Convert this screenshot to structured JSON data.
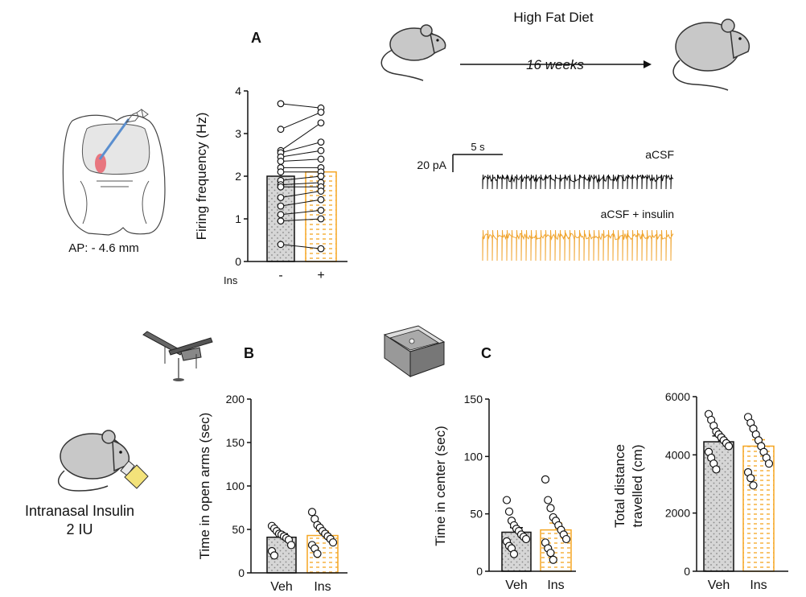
{
  "colors": {
    "veh_fill": "#d6d6d6",
    "ins_color": "#f5a623",
    "trace_black": "#111111",
    "trace_orange": "#f0a530",
    "mouse_gray": "#c8c8c8"
  },
  "panels": {
    "a_letter": "A",
    "b_letter": "B",
    "c_letter": "C"
  },
  "schematic": {
    "ap_label": "AP: - 4.6 mm",
    "diet_title": "High Fat Diet",
    "diet_duration": "16 weeks",
    "intranasal_line1": "Intranasal Insulin",
    "intranasal_line2": "2 IU"
  },
  "traces": {
    "scale_time": "5 s",
    "scale_current": "20 pA",
    "trace1_label": "aCSF",
    "trace2_label": "aCSF + insulin"
  },
  "chart_data": [
    {
      "id": "firing",
      "type": "bar",
      "ylabel": "Firing frequency (Hz)",
      "ylim": [
        0,
        4
      ],
      "yticks": [
        0,
        1,
        2,
        3,
        4
      ],
      "xlabel_prefix": "Ins",
      "categories": [
        "-",
        "+"
      ],
      "values": [
        2.0,
        2.1
      ],
      "paired": [
        [
          3.7,
          3.6
        ],
        [
          3.1,
          3.5
        ],
        [
          2.6,
          3.25
        ],
        [
          2.55,
          2.8
        ],
        [
          2.45,
          2.6
        ],
        [
          2.35,
          2.4
        ],
        [
          2.2,
          2.2
        ],
        [
          2.1,
          2.1
        ],
        [
          1.9,
          2.0
        ],
        [
          1.8,
          1.85
        ],
        [
          1.75,
          1.75
        ],
        [
          1.5,
          1.65
        ],
        [
          1.3,
          1.45
        ],
        [
          1.1,
          1.2
        ],
        [
          0.95,
          1.0
        ],
        [
          0.4,
          0.3
        ]
      ]
    },
    {
      "id": "epm",
      "type": "bar",
      "ylabel": "Time in open arms (sec)",
      "ylim": [
        0,
        200
      ],
      "yticks": [
        0,
        50,
        100,
        150,
        200
      ],
      "categories": [
        "Veh",
        "Ins"
      ],
      "values": [
        41,
        43
      ],
      "errors": [
        4,
        5
      ],
      "points": [
        [
          54,
          51,
          48,
          45,
          44,
          42,
          40,
          38,
          32,
          25,
          20
        ],
        [
          70,
          62,
          55,
          52,
          48,
          45,
          42,
          39,
          35,
          32,
          28,
          22
        ]
      ]
    },
    {
      "id": "oft_center",
      "type": "bar",
      "ylabel": "Time in center (sec)",
      "ylim": [
        0,
        150
      ],
      "yticks": [
        0,
        50,
        100,
        150
      ],
      "categories": [
        "Veh",
        "Ins"
      ],
      "values": [
        34,
        36
      ],
      "errors": [
        4,
        6
      ],
      "points": [
        [
          62,
          52,
          44,
          40,
          37,
          35,
          32,
          30,
          28,
          26,
          22,
          20,
          15
        ],
        [
          80,
          62,
          55,
          47,
          44,
          40,
          36,
          32,
          28,
          25,
          20,
          16,
          10
        ]
      ]
    },
    {
      "id": "oft_distance",
      "type": "bar",
      "ylabel": "Total distance travelled (cm)",
      "ylabel_line1": "Total distance",
      "ylabel_line2": "travelled (cm)",
      "ylim": [
        0,
        6000
      ],
      "yticks": [
        0,
        2000,
        4000,
        6000
      ],
      "categories": [
        "Veh",
        "Ins"
      ],
      "values": [
        4450,
        4300
      ],
      "errors": [
        200,
        220
      ],
      "points": [
        [
          5400,
          5200,
          5000,
          4800,
          4700,
          4600,
          4500,
          4400,
          4300,
          4100,
          3900,
          3700,
          3500
        ],
        [
          5300,
          5100,
          4900,
          4700,
          4500,
          4300,
          4100,
          3900,
          3700,
          3400,
          3200,
          2950
        ]
      ]
    }
  ]
}
